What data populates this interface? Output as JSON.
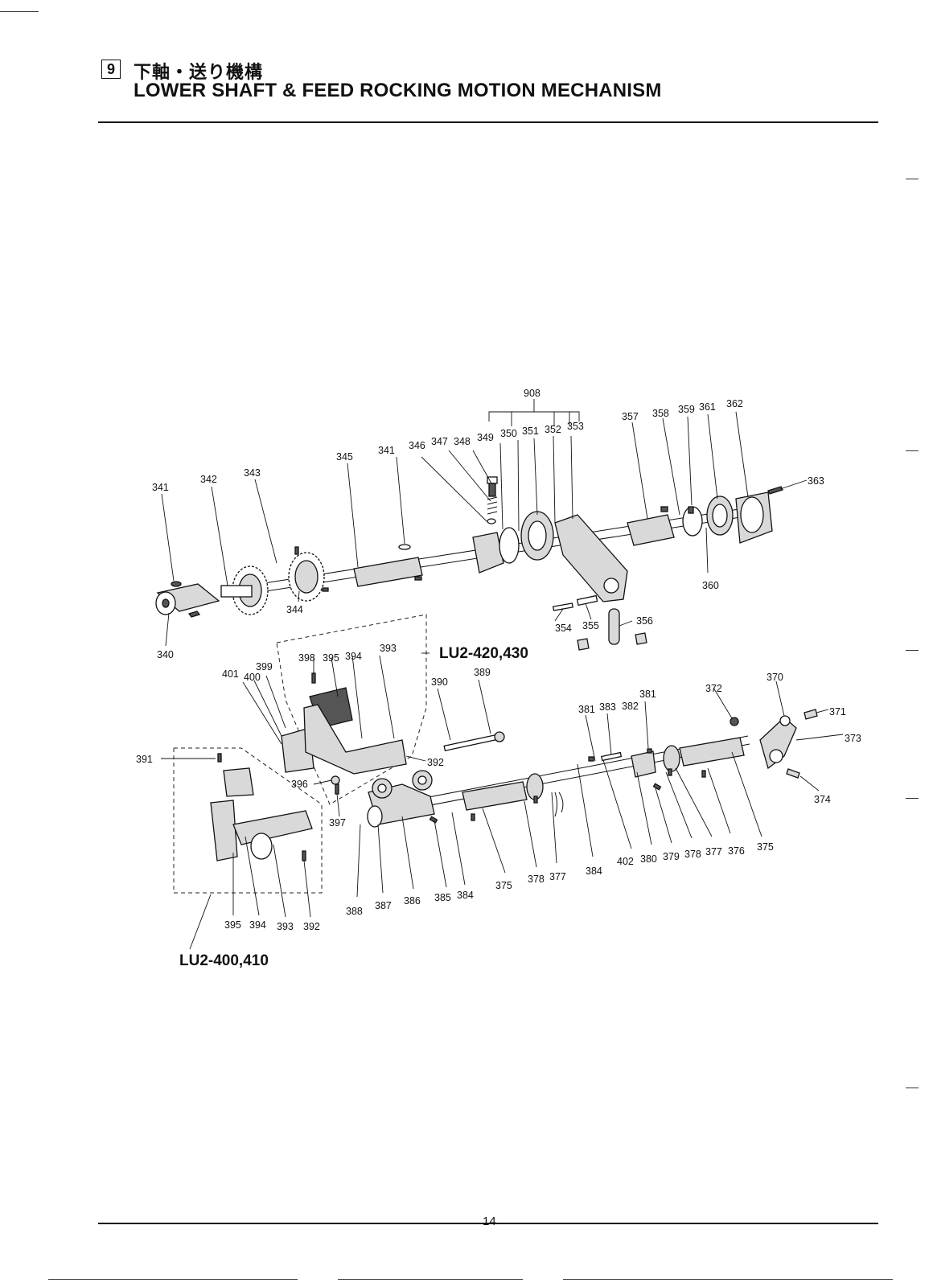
{
  "header": {
    "section_number": "9",
    "title_jp": "下軸・送り機構",
    "title_en": "LOWER SHAFT & FEED ROCKING MOTION MECHANISM"
  },
  "models": {
    "variant_a": "LU2-420,430",
    "variant_b": "LU2-400,410"
  },
  "part_numbers": {
    "p908": "908",
    "p340": "340",
    "p341a": "341",
    "p341b": "341",
    "p342": "342",
    "p343": "343",
    "p344": "344",
    "p345": "345",
    "p346": "346",
    "p347": "347",
    "p348": "348",
    "p349": "349",
    "p350": "350",
    "p351": "351",
    "p352": "352",
    "p353": "353",
    "p354": "354",
    "p355": "355",
    "p356": "356",
    "p357": "357",
    "p358": "358",
    "p359": "359",
    "p360": "360",
    "p361": "361",
    "p362": "362",
    "p363": "363",
    "p370": "370",
    "p371": "371",
    "p372": "372",
    "p373": "373",
    "p374": "374",
    "p375a": "375",
    "p375b": "375",
    "p376": "376",
    "p377a": "377",
    "p377b": "377",
    "p378a": "378",
    "p378b": "378",
    "p379": "379",
    "p380": "380",
    "p381a": "381",
    "p381b": "381",
    "p382": "382",
    "p383": "383",
    "p384a": "384",
    "p384b": "384",
    "p385": "385",
    "p386": "386",
    "p387": "387",
    "p388": "388",
    "p389": "389",
    "p390": "390",
    "p391": "391",
    "p392a": "392",
    "p392b": "392",
    "p393a": "393",
    "p393b": "393",
    "p394a": "394",
    "p394b": "394",
    "p395a": "395",
    "p395b": "395",
    "p396": "396",
    "p397": "397",
    "p398": "398",
    "p399": "399",
    "p400": "400",
    "p401": "401",
    "p402": "402"
  },
  "footer": {
    "page_number": "14"
  }
}
